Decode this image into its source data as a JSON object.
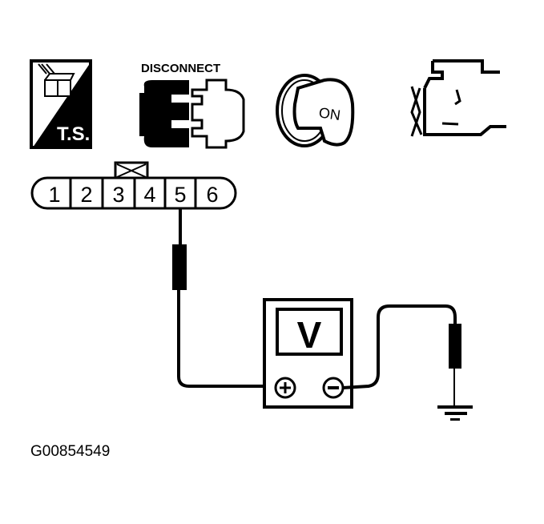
{
  "icons": {
    "test_simulation": {
      "label": "T.S.",
      "icon": "test-simulation-icon"
    },
    "disconnect": {
      "label": "DISCONNECT",
      "icon": "disconnect-connector-icon"
    },
    "ignition": {
      "label": "ON",
      "icon": "ignition-key-on-icon"
    },
    "engine": {
      "icon": "engine-icon"
    }
  },
  "connector": {
    "terminals": [
      "1",
      "2",
      "3",
      "4",
      "5",
      "6"
    ],
    "probed_terminal": "5",
    "marked_cavity": "3"
  },
  "meter": {
    "display": "V",
    "positive": "+",
    "negative": "−"
  },
  "ground": {
    "icon": "ground-symbol-icon"
  },
  "figure_id": "G00854549",
  "colors": {
    "ink": "#000000",
    "paper": "#ffffff"
  }
}
